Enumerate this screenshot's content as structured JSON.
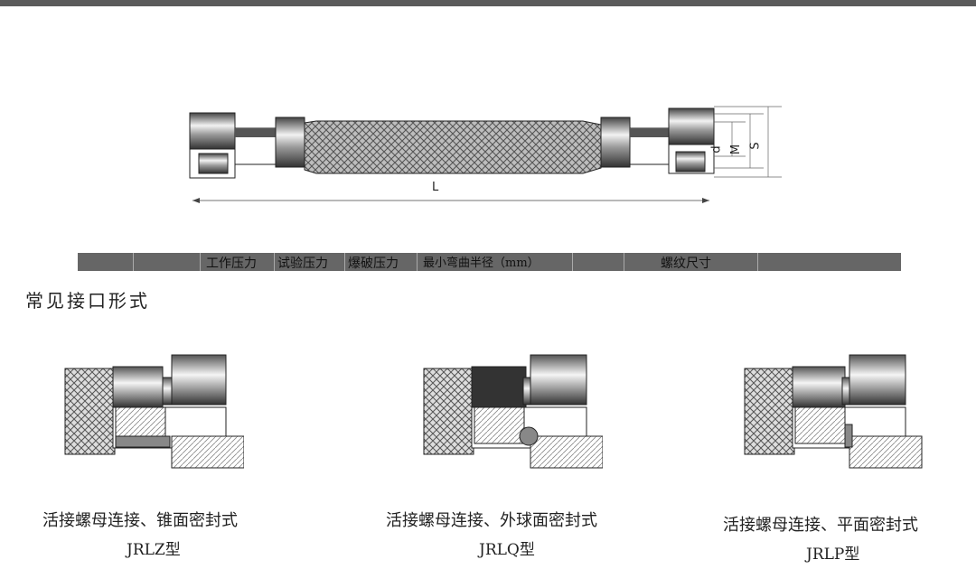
{
  "hose_diagram": {
    "labels": {
      "length": "L",
      "d": "d",
      "M": "M",
      "S": "S"
    }
  },
  "table_header": {
    "columns": [
      "",
      "",
      "工作压力",
      "试验压力",
      "爆破压力",
      "最小弯曲半径（mm）",
      "",
      "螺纹尺寸",
      ""
    ]
  },
  "section_title": "常见接口形式",
  "fittings": [
    {
      "caption": "活接螺母连接、锥面密封式",
      "model": "JRLZ型",
      "icon": "cone-seal-fitting-icon"
    },
    {
      "caption": "活接螺母连接、外球面密封式",
      "model": "JRLQ型",
      "icon": "ball-seal-fitting-icon"
    },
    {
      "caption": "活接螺母连接、平面密封式",
      "model": "JRLP型",
      "icon": "flat-seal-fitting-icon"
    }
  ],
  "colors": {
    "top_bar": "#5b5b5b",
    "table_header_bg": "#666666",
    "metal_dark": "#444444",
    "metal_light": "#d9d9d9"
  }
}
